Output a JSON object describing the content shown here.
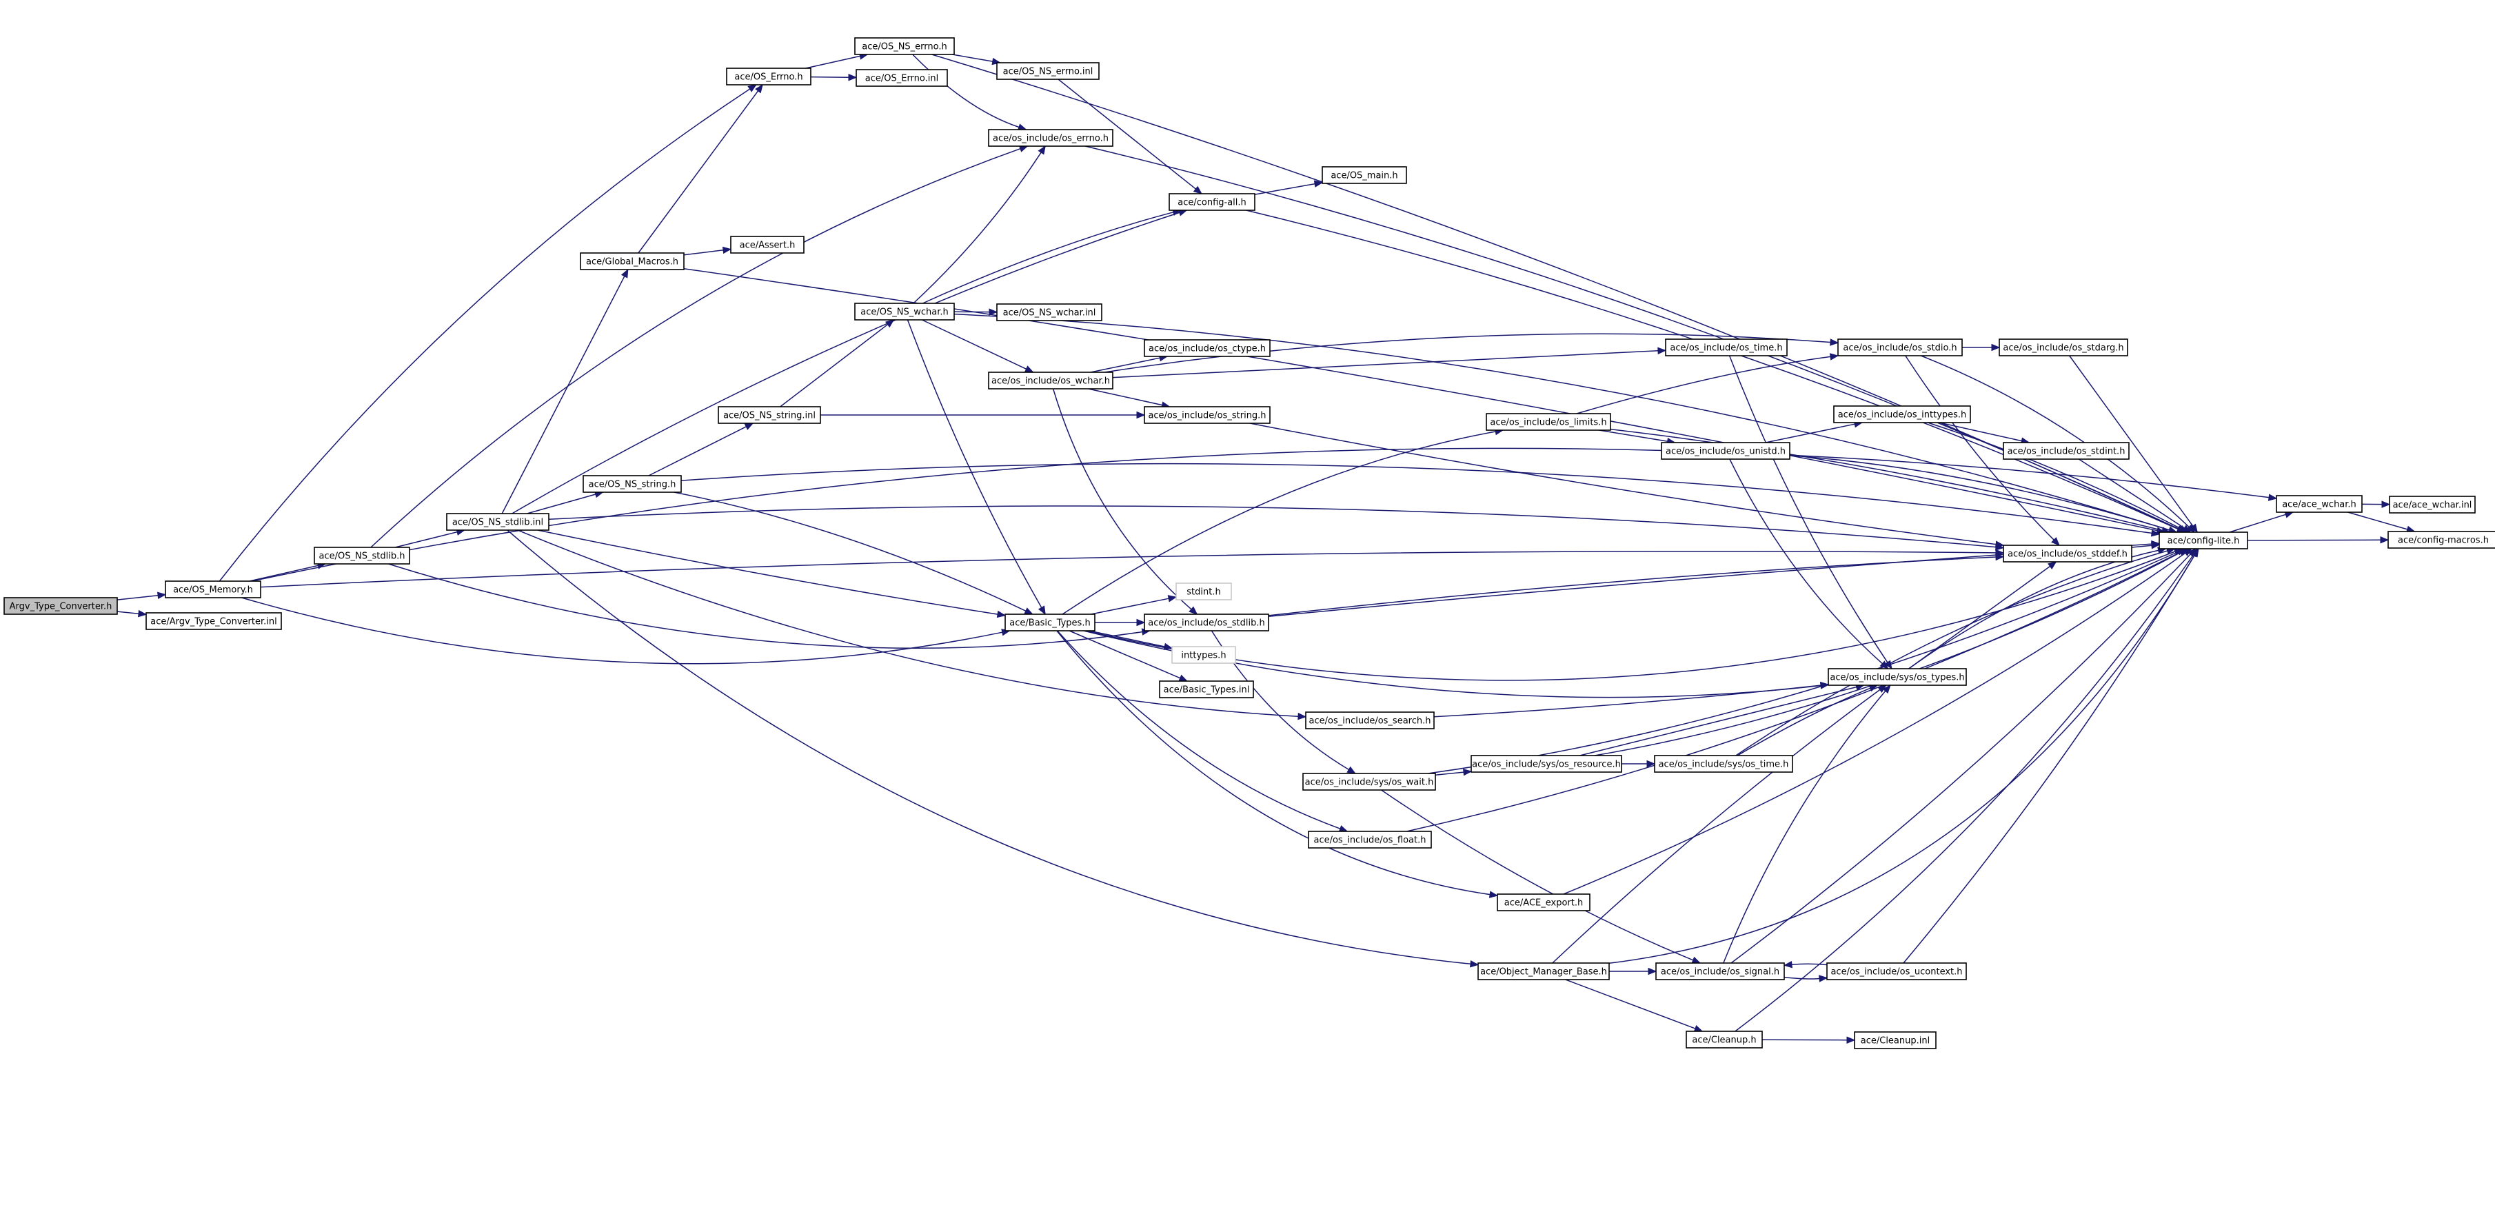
{
  "graph": {
    "colors": {
      "edge": "#191970",
      "root_fill": "#bfbfbf",
      "node_fill": "#ffffff",
      "external_border": "#c8c8c8"
    },
    "nodes": [
      {
        "id": "argv_type_converter_h",
        "label": "Argv_Type_Converter.h",
        "role": "root"
      },
      {
        "id": "os_memory_h",
        "label": "ace/OS_Memory.h"
      },
      {
        "id": "argv_type_converter_inl",
        "label": "ace/Argv_Type_Converter.inl"
      },
      {
        "id": "os_ns_stdlib_h",
        "label": "ace/OS_NS_stdlib.h"
      },
      {
        "id": "os_ns_stdlib_inl",
        "label": "ace/OS_NS_stdlib.inl"
      },
      {
        "id": "global_macros_h",
        "label": "ace/Global_Macros.h"
      },
      {
        "id": "assert_h",
        "label": "ace/Assert.h"
      },
      {
        "id": "os_errno_h",
        "label": "ace/OS_Errno.h"
      },
      {
        "id": "os_errno_inl",
        "label": "ace/OS_Errno.inl"
      },
      {
        "id": "os_ns_errno_h",
        "label": "ace/OS_NS_errno.h"
      },
      {
        "id": "os_ns_errno_inl",
        "label": "ace/OS_NS_errno.inl"
      },
      {
        "id": "os_include_os_errno_h",
        "label": "ace/os_include/os_errno.h"
      },
      {
        "id": "config_all_h",
        "label": "ace/config-all.h"
      },
      {
        "id": "os_main_h",
        "label": "ace/OS_main.h"
      },
      {
        "id": "os_ns_string_h",
        "label": "ace/OS_NS_string.h"
      },
      {
        "id": "os_ns_string_inl",
        "label": "ace/OS_NS_string.inl"
      },
      {
        "id": "os_ns_wchar_h",
        "label": "ace/OS_NS_wchar.h"
      },
      {
        "id": "os_ns_wchar_inl",
        "label": "ace/OS_NS_wchar.inl"
      },
      {
        "id": "os_include_os_ctype_h",
        "label": "ace/os_include/os_ctype.h"
      },
      {
        "id": "os_include_os_wchar_h",
        "label": "ace/os_include/os_wchar.h"
      },
      {
        "id": "os_include_os_string_h",
        "label": "ace/os_include/os_string.h"
      },
      {
        "id": "os_include_os_time_h",
        "label": "ace/os_include/os_time.h"
      },
      {
        "id": "os_include_os_stdio_h",
        "label": "ace/os_include/os_stdio.h"
      },
      {
        "id": "os_include_os_stdarg_h",
        "label": "ace/os_include/os_stdarg.h"
      },
      {
        "id": "os_include_os_limits_h",
        "label": "ace/os_include/os_limits.h"
      },
      {
        "id": "os_include_os_inttypes_h",
        "label": "ace/os_include/os_inttypes.h"
      },
      {
        "id": "os_include_os_unistd_h",
        "label": "ace/os_include/os_unistd.h"
      },
      {
        "id": "os_include_os_stdint_h",
        "label": "ace/os_include/os_stdint.h"
      },
      {
        "id": "os_include_os_stddef_h",
        "label": "ace/os_include/os_stddef.h"
      },
      {
        "id": "basic_types_h",
        "label": "ace/Basic_Types.h"
      },
      {
        "id": "stdint_h",
        "label": "stdint.h",
        "role": "external"
      },
      {
        "id": "os_include_os_stdlib_h",
        "label": "ace/os_include/os_stdlib.h"
      },
      {
        "id": "inttypes_h",
        "label": "inttypes.h",
        "role": "external"
      },
      {
        "id": "basic_types_inl",
        "label": "ace/Basic_Types.inl"
      },
      {
        "id": "os_include_sys_os_types_h",
        "label": "ace/os_include/sys/os_types.h"
      },
      {
        "id": "os_include_os_search_h",
        "label": "ace/os_include/os_search.h"
      },
      {
        "id": "os_include_sys_os_resource_h",
        "label": "ace/os_include/sys/os_resource.h"
      },
      {
        "id": "os_include_sys_os_time_h",
        "label": "ace/os_include/sys/os_time.h"
      },
      {
        "id": "os_include_sys_os_wait_h",
        "label": "ace/os_include/sys/os_wait.h"
      },
      {
        "id": "os_include_os_float_h",
        "label": "ace/os_include/os_float.h"
      },
      {
        "id": "ace_export_h",
        "label": "ace/ACE_export.h"
      },
      {
        "id": "object_manager_base_h",
        "label": "ace/Object_Manager_Base.h"
      },
      {
        "id": "os_include_os_signal_h",
        "label": "ace/os_include/os_signal.h"
      },
      {
        "id": "os_include_os_ucontext_h",
        "label": "ace/os_include/os_ucontext.h"
      },
      {
        "id": "cleanup_h",
        "label": "ace/Cleanup.h"
      },
      {
        "id": "cleanup_inl",
        "label": "ace/Cleanup.inl"
      },
      {
        "id": "config_lite_h",
        "label": "ace/config-lite.h"
      },
      {
        "id": "ace_wchar_h",
        "label": "ace/ace_wchar.h"
      },
      {
        "id": "ace_wchar_inl",
        "label": "ace/ace_wchar.inl"
      },
      {
        "id": "config_macros_h",
        "label": "ace/config-macros.h"
      }
    ],
    "edges": [
      [
        "argv_type_converter_h",
        "os_memory_h"
      ],
      [
        "argv_type_converter_h",
        "argv_type_converter_inl"
      ],
      [
        "os_memory_h",
        "os_ns_stdlib_h"
      ],
      [
        "os_memory_h",
        "os_errno_h"
      ],
      [
        "os_memory_h",
        "basic_types_h"
      ],
      [
        "os_memory_h",
        "os_include_os_stddef_h"
      ],
      [
        "os_memory_h",
        "ace_wchar_h"
      ],
      [
        "os_ns_stdlib_h",
        "os_ns_stdlib_inl"
      ],
      [
        "os_ns_stdlib_h",
        "os_include_os_errno_h"
      ],
      [
        "os_ns_stdlib_h",
        "os_include_os_stdlib_h"
      ],
      [
        "os_ns_stdlib_inl",
        "global_macros_h"
      ],
      [
        "os_ns_stdlib_inl",
        "os_ns_string_h"
      ],
      [
        "os_ns_stdlib_inl",
        "config_all_h"
      ],
      [
        "os_ns_stdlib_inl",
        "basic_types_h"
      ],
      [
        "os_ns_stdlib_inl",
        "os_include_os_search_h"
      ],
      [
        "os_ns_stdlib_inl",
        "object_manager_base_h"
      ],
      [
        "os_ns_stdlib_inl",
        "os_include_os_stddef_h"
      ],
      [
        "global_macros_h",
        "os_errno_h"
      ],
      [
        "global_macros_h",
        "assert_h"
      ],
      [
        "global_macros_h",
        "config_lite_h"
      ],
      [
        "os_errno_h",
        "os_ns_errno_h"
      ],
      [
        "os_errno_h",
        "os_errno_inl"
      ],
      [
        "os_ns_errno_h",
        "os_ns_errno_inl"
      ],
      [
        "os_ns_errno_h",
        "os_include_os_errno_h"
      ],
      [
        "os_ns_errno_h",
        "config_lite_h"
      ],
      [
        "os_ns_errno_inl",
        "config_all_h"
      ],
      [
        "os_include_os_errno_h",
        "config_lite_h"
      ],
      [
        "config_all_h",
        "os_main_h"
      ],
      [
        "config_all_h",
        "config_lite_h"
      ],
      [
        "os_ns_string_h",
        "os_ns_string_inl"
      ],
      [
        "os_ns_string_h",
        "basic_types_h"
      ],
      [
        "os_ns_string_h",
        "config_lite_h"
      ],
      [
        "os_ns_string_inl",
        "os_ns_wchar_h"
      ],
      [
        "os_ns_string_inl",
        "os_include_os_string_h"
      ],
      [
        "os_ns_wchar_h",
        "os_ns_wchar_inl"
      ],
      [
        "os_ns_wchar_h",
        "os_include_os_errno_h"
      ],
      [
        "os_ns_wchar_h",
        "config_all_h"
      ],
      [
        "os_ns_wchar_h",
        "os_include_os_wchar_h"
      ],
      [
        "os_ns_wchar_h",
        "basic_types_h"
      ],
      [
        "os_ns_wchar_h",
        "config_lite_h"
      ],
      [
        "os_include_os_wchar_h",
        "os_include_os_ctype_h"
      ],
      [
        "os_include_os_wchar_h",
        "os_include_os_time_h"
      ],
      [
        "os_include_os_wchar_h",
        "os_include_os_stdio_h"
      ],
      [
        "os_include_os_wchar_h",
        "os_include_os_string_h"
      ],
      [
        "os_include_os_wchar_h",
        "os_include_os_stdlib_h"
      ],
      [
        "os_include_os_string_h",
        "os_include_os_stddef_h"
      ],
      [
        "os_include_os_time_h",
        "os_include_sys_os_types_h"
      ],
      [
        "os_include_os_stdio_h",
        "os_include_os_stdarg_h"
      ],
      [
        "os_include_os_stdio_h",
        "os_include_os_stddef_h"
      ],
      [
        "os_include_os_stdio_h",
        "config_lite_h"
      ],
      [
        "os_include_os_stdarg_h",
        "config_lite_h"
      ],
      [
        "os_include_os_limits_h",
        "os_include_os_stdio_h"
      ],
      [
        "os_include_os_limits_h",
        "os_include_os_unistd_h"
      ],
      [
        "os_include_os_limits_h",
        "config_lite_h"
      ],
      [
        "os_include_os_unistd_h",
        "os_include_os_inttypes_h"
      ],
      [
        "os_include_os_unistd_h",
        "os_include_sys_os_types_h"
      ],
      [
        "os_include_os_unistd_h",
        "config_lite_h"
      ],
      [
        "os_include_os_inttypes_h",
        "os_include_os_stdint_h"
      ],
      [
        "os_include_os_inttypes_h",
        "config_lite_h"
      ],
      [
        "os_include_os_stdint_h",
        "config_lite_h"
      ],
      [
        "os_include_os_stddef_h",
        "config_lite_h"
      ],
      [
        "basic_types_h",
        "os_include_os_limits_h"
      ],
      [
        "basic_types_h",
        "stdint_h"
      ],
      [
        "basic_types_h",
        "os_include_os_stdlib_h"
      ],
      [
        "basic_types_h",
        "inttypes_h"
      ],
      [
        "basic_types_h",
        "basic_types_inl"
      ],
      [
        "basic_types_h",
        "os_include_sys_os_types_h"
      ],
      [
        "basic_types_h",
        "os_include_os_float_h"
      ],
      [
        "basic_types_h",
        "ace_export_h"
      ],
      [
        "basic_types_h",
        "config_lite_h"
      ],
      [
        "os_include_os_stdlib_h",
        "os_include_sys_os_wait_h"
      ],
      [
        "os_include_os_stdlib_h",
        "os_include_os_stddef_h"
      ],
      [
        "os_include_os_stdlib_h",
        "config_lite_h"
      ],
      [
        "os_include_os_search_h",
        "os_include_sys_os_types_h"
      ],
      [
        "os_include_sys_os_types_h",
        "os_include_os_stddef_h"
      ],
      [
        "os_include_sys_os_types_h",
        "config_lite_h"
      ],
      [
        "os_include_sys_os_wait_h",
        "os_include_sys_os_resource_h"
      ],
      [
        "os_include_sys_os_wait_h",
        "os_include_os_signal_h"
      ],
      [
        "os_include_sys_os_wait_h",
        "config_lite_h"
      ],
      [
        "os_include_sys_os_resource_h",
        "os_include_sys_os_time_h"
      ],
      [
        "os_include_sys_os_resource_h",
        "os_include_sys_os_types_h"
      ],
      [
        "os_include_sys_os_resource_h",
        "config_lite_h"
      ],
      [
        "os_include_sys_os_time_h",
        "os_include_sys_os_types_h"
      ],
      [
        "os_include_sys_os_time_h",
        "config_lite_h"
      ],
      [
        "os_include_os_float_h",
        "config_lite_h"
      ],
      [
        "ace_export_h",
        "config_lite_h"
      ],
      [
        "object_manager_base_h",
        "os_include_os_signal_h"
      ],
      [
        "object_manager_base_h",
        "cleanup_h"
      ],
      [
        "object_manager_base_h",
        "os_include_sys_os_types_h"
      ],
      [
        "object_manager_base_h",
        "config_lite_h"
      ],
      [
        "os_include_os_signal_h",
        "os_include_os_ucontext_h"
      ],
      [
        "os_include_os_signal_h",
        "os_include_sys_os_types_h"
      ],
      [
        "os_include_os_signal_h",
        "config_lite_h"
      ],
      [
        "os_include_os_ucontext_h",
        "os_include_os_signal_h"
      ],
      [
        "os_include_os_ucontext_h",
        "config_lite_h"
      ],
      [
        "cleanup_h",
        "cleanup_inl"
      ],
      [
        "cleanup_h",
        "config_lite_h"
      ],
      [
        "config_lite_h",
        "ace_wchar_h"
      ],
      [
        "config_lite_h",
        "config_macros_h"
      ],
      [
        "ace_wchar_h",
        "ace_wchar_inl"
      ],
      [
        "ace_wchar_h",
        "config_macros_h"
      ]
    ]
  }
}
